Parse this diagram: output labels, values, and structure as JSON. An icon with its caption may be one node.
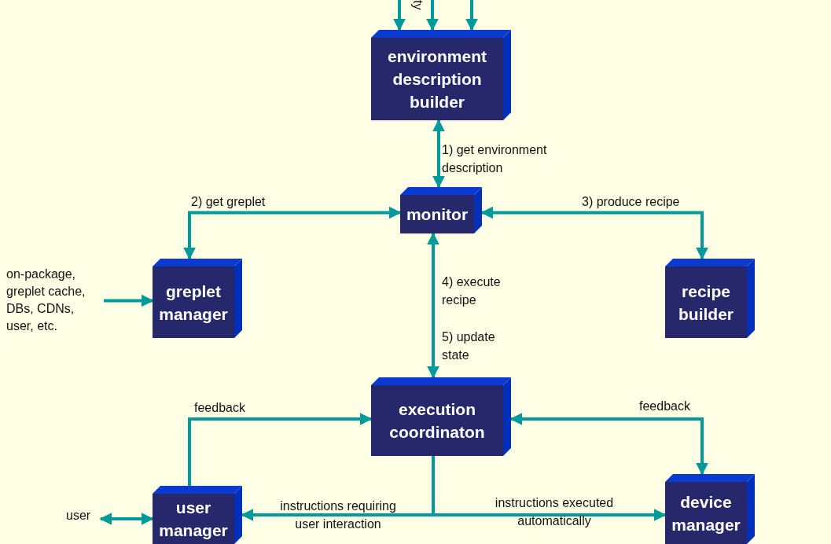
{
  "diagram": {
    "nodes": [
      {
        "text": [
          "environment description builder"
        ]
      },
      {
        "text": [
          "monitor"
        ]
      },
      {
        "text": [
          "greplet manager"
        ]
      },
      {
        "text": [
          "recipe builder"
        ]
      },
      {
        "text": [
          "execution coordinaton"
        ]
      },
      {
        "text": [
          "user manager"
        ]
      },
      {
        "text": [
          "device manager"
        ]
      },
      {
        "text": [
          "on-package, greplet cache, DBs, CDNs, user, etc."
        ]
      },
      {
        "text": [
          "user"
        ]
      }
    ],
    "edges": [
      {
        "from": null,
        "to": 0,
        "arrow": "to"
      },
      {
        "from": null,
        "to": 0,
        "arrow": "to"
      },
      {
        "from": null,
        "to": 0,
        "arrow": "to"
      },
      {
        "from": 0,
        "to": 1,
        "arrow": "both",
        "label": "1) get environment description"
      },
      {
        "from": 1,
        "to": 2,
        "arrow": "both",
        "label": "2) get greplet"
      },
      {
        "from": 1,
        "to": 3,
        "arrow": "both",
        "label": "3) produce recipe"
      },
      {
        "from": 1,
        "to": 4,
        "arrow": "both",
        "label": "4) execute recipe"
      },
      {
        "from": 7,
        "to": 2,
        "arrow": "to"
      },
      {
        "from": 5,
        "to": 4,
        "arrow": "to",
        "label": "feedback"
      },
      {
        "from": 4,
        "to": 6,
        "arrow": "both",
        "label": "feedback"
      },
      {
        "from": 4,
        "to": 5,
        "arrow": "to",
        "label": "instructions requiring user interaction"
      },
      {
        "from": 4,
        "to": 6,
        "arrow": "to",
        "label": "instructions executed automatically"
      },
      {
        "from": 8,
        "to": 5,
        "arrow": "both"
      }
    ],
    "labels": [
      "ty",
      "5) update state"
    ]
  }
}
